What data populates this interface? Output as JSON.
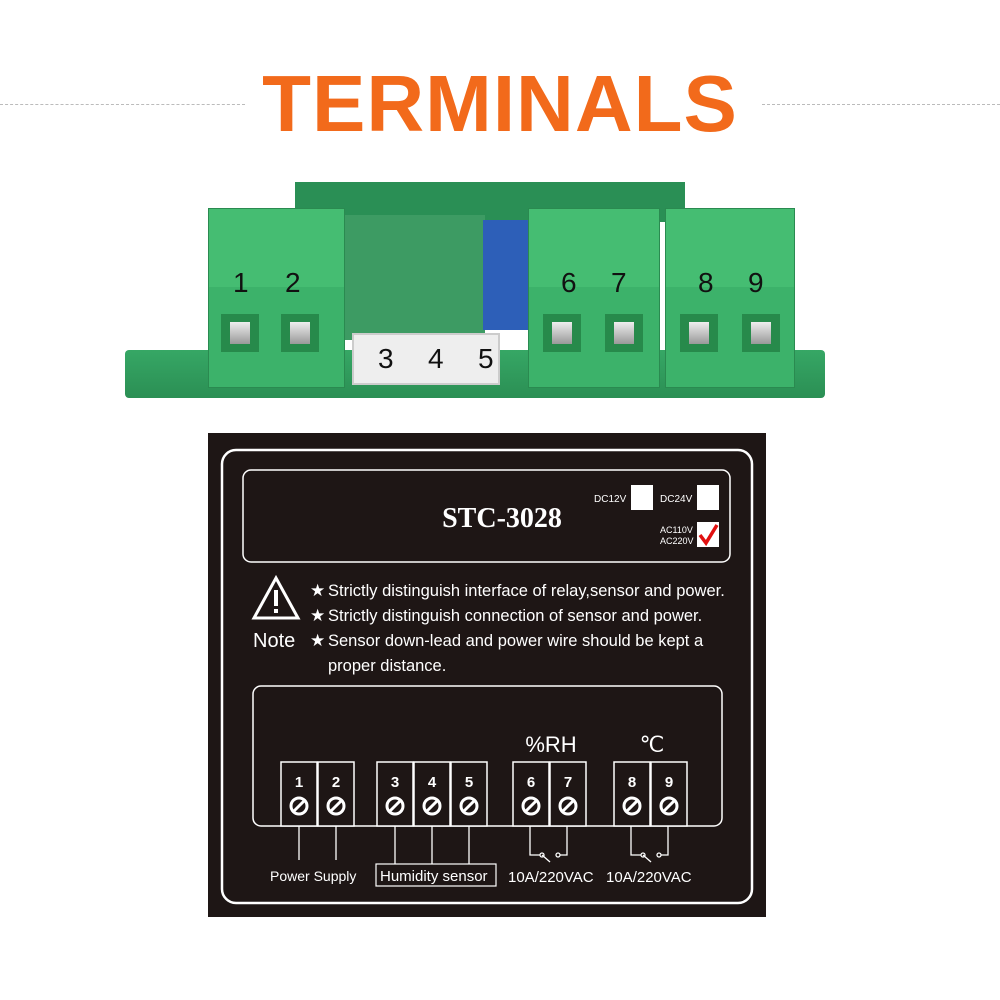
{
  "title": "TERMINALS",
  "board": {
    "terminal_numbers": [
      "1",
      "2",
      "3",
      "4",
      "5",
      "6",
      "7",
      "8",
      "9"
    ]
  },
  "panel": {
    "model": "STC-3028",
    "voltage_options": [
      {
        "label": "DC12V",
        "checked": false
      },
      {
        "label": "DC24V",
        "checked": false
      },
      {
        "label": "AC110V",
        "checked": true
      },
      {
        "label": "AC220V",
        "checked": true
      }
    ],
    "note_label": "Note",
    "notes": [
      "Strictly distinguish interface of relay,sensor and power.",
      "Strictly distinguish connection of sensor and power.",
      "Sensor down-lead and power wire should be kept a",
      "proper distance."
    ],
    "star": "★",
    "group_labels": {
      "rh": "%RH",
      "temp": "℃"
    },
    "terminals": [
      "1",
      "2",
      "3",
      "4",
      "5",
      "6",
      "7",
      "8",
      "9"
    ],
    "bottom_labels": {
      "power": "Power Supply",
      "sensor": "Humidity sensor",
      "relay_rh": "10A/220VAC",
      "relay_temp": "10A/220VAC"
    }
  }
}
